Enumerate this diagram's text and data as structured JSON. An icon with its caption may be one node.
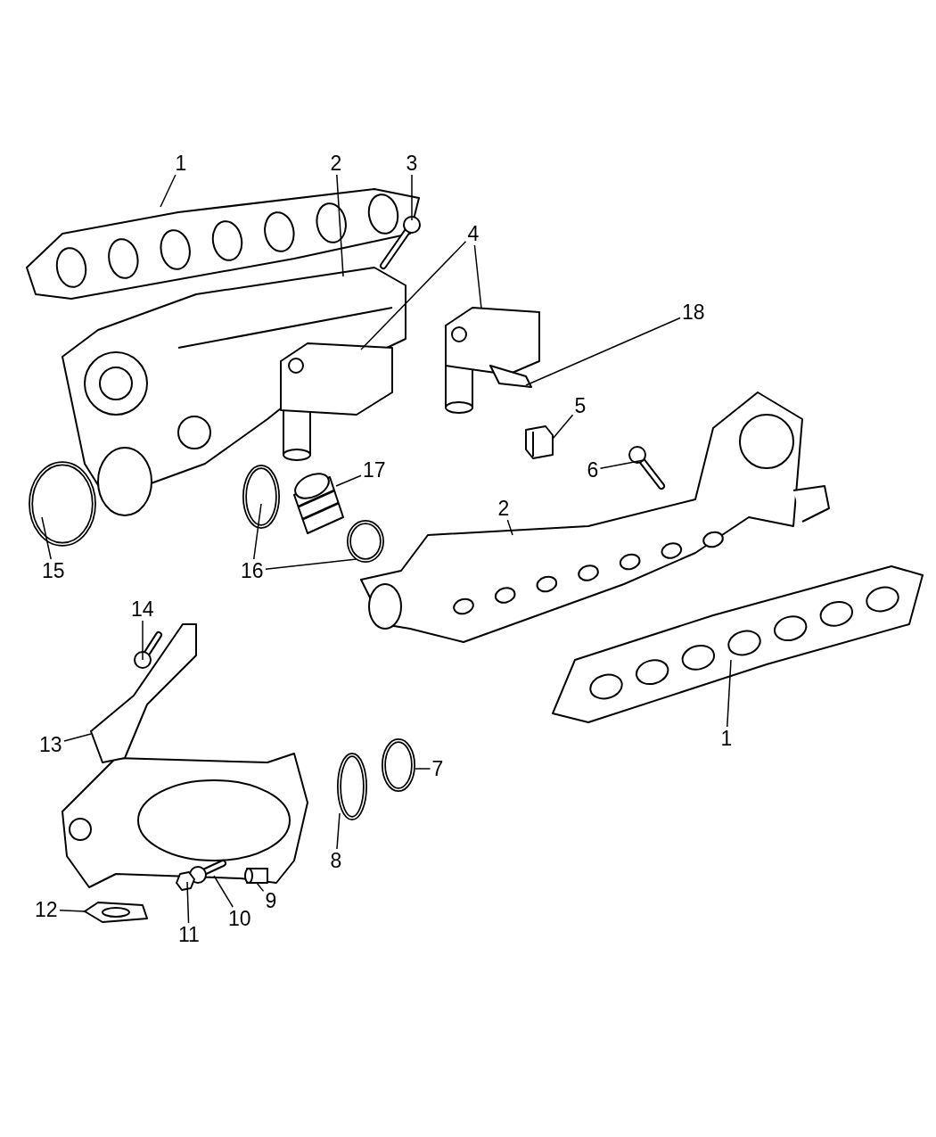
{
  "diagram": {
    "nodes": [
      {
        "text": [
          "1"
        ]
      },
      {
        "text": [
          "2"
        ]
      },
      {
        "text": [
          "3"
        ]
      },
      {
        "text": [
          "4"
        ]
      },
      {
        "text": [
          "18"
        ]
      },
      {
        "text": [
          "5"
        ]
      },
      {
        "text": [
          "17"
        ]
      },
      {
        "text": [
          "6"
        ]
      },
      {
        "text": [
          "2"
        ]
      },
      {
        "text": [
          "15"
        ]
      },
      {
        "text": [
          "16"
        ]
      },
      {
        "text": [
          "14"
        ]
      },
      {
        "text": [
          "1"
        ]
      },
      {
        "text": [
          "13"
        ]
      },
      {
        "text": [
          "7"
        ]
      },
      {
        "text": [
          "8"
        ]
      },
      {
        "text": [
          "9"
        ]
      },
      {
        "text": [
          "10"
        ]
      },
      {
        "text": [
          "12"
        ]
      },
      {
        "text": [
          "11"
        ]
      },
      {
        "text": [],
        "shape": "picture"
      },
      {
        "text": [],
        "shape": "picture"
      },
      {
        "text": [],
        "shape": "picture"
      },
      {
        "text": [],
        "shape": "picture"
      },
      {
        "text": [],
        "shape": "picture"
      },
      {
        "text": [],
        "shape": "picture"
      },
      {
        "text": [],
        "shape": "picture"
      },
      {
        "text": [],
        "shape": "picture"
      },
      {
        "text": [],
        "shape": "picture"
      },
      {
        "text": [],
        "shape": "circle"
      },
      {
        "text": [],
        "shape": "circle"
      },
      {
        "text": [],
        "shape": "picture"
      },
      {
        "text": [],
        "shape": "circle"
      },
      {
        "text": [],
        "shape": "picture"
      },
      {
        "text": [],
        "shape": "picture"
      },
      {
        "text": [],
        "shape": "picture"
      },
      {
        "text": [],
        "shape": "circle"
      },
      {
        "text": [],
        "shape": "circle"
      },
      {
        "text": [],
        "shape": "cylinder"
      },
      {
        "text": [],
        "shape": "picture"
      },
      {
        "text": [],
        "shape": "picture"
      },
      {
        "text": [],
        "shape": "picture"
      }
    ],
    "edges": [
      {
        "from": 0,
        "to": 20,
        "arrow": "none"
      },
      {
        "from": 1,
        "to": 21,
        "arrow": "none"
      },
      {
        "from": 2,
        "to": 22,
        "arrow": "none"
      },
      {
        "from": 3,
        "to": 23,
        "arrow": "none"
      },
      {
        "from": 3,
        "to": 24,
        "arrow": "none"
      },
      {
        "from": 4,
        "to": 25,
        "arrow": "none"
      },
      {
        "from": 5,
        "to": 26,
        "arrow": "none"
      },
      {
        "from": 6,
        "to": 28,
        "arrow": "none"
      },
      {
        "from": 7,
        "to": 27,
        "arrow": "none"
      },
      {
        "from": 8,
        "to": 31,
        "arrow": "none"
      },
      {
        "from": 9,
        "to": 29,
        "arrow": "none"
      },
      {
        "from": 10,
        "to": 30,
        "arrow": "none"
      },
      {
        "from": 10,
        "to": 32,
        "arrow": "none"
      },
      {
        "from": 11,
        "to": 33,
        "arrow": "none"
      },
      {
        "from": 12,
        "to": 35,
        "arrow": "none"
      },
      {
        "from": 13,
        "to": 34,
        "arrow": "none"
      },
      {
        "from": 14,
        "to": 36,
        "arrow": "none"
      },
      {
        "from": 15,
        "to": 37,
        "arrow": "none"
      },
      {
        "from": 16,
        "to": 38,
        "arrow": "none"
      },
      {
        "from": 17,
        "to": 39,
        "arrow": "none"
      },
      {
        "from": 18,
        "to": 41,
        "arrow": "none"
      },
      {
        "from": 19,
        "to": 40,
        "arrow": "none"
      }
    ]
  }
}
